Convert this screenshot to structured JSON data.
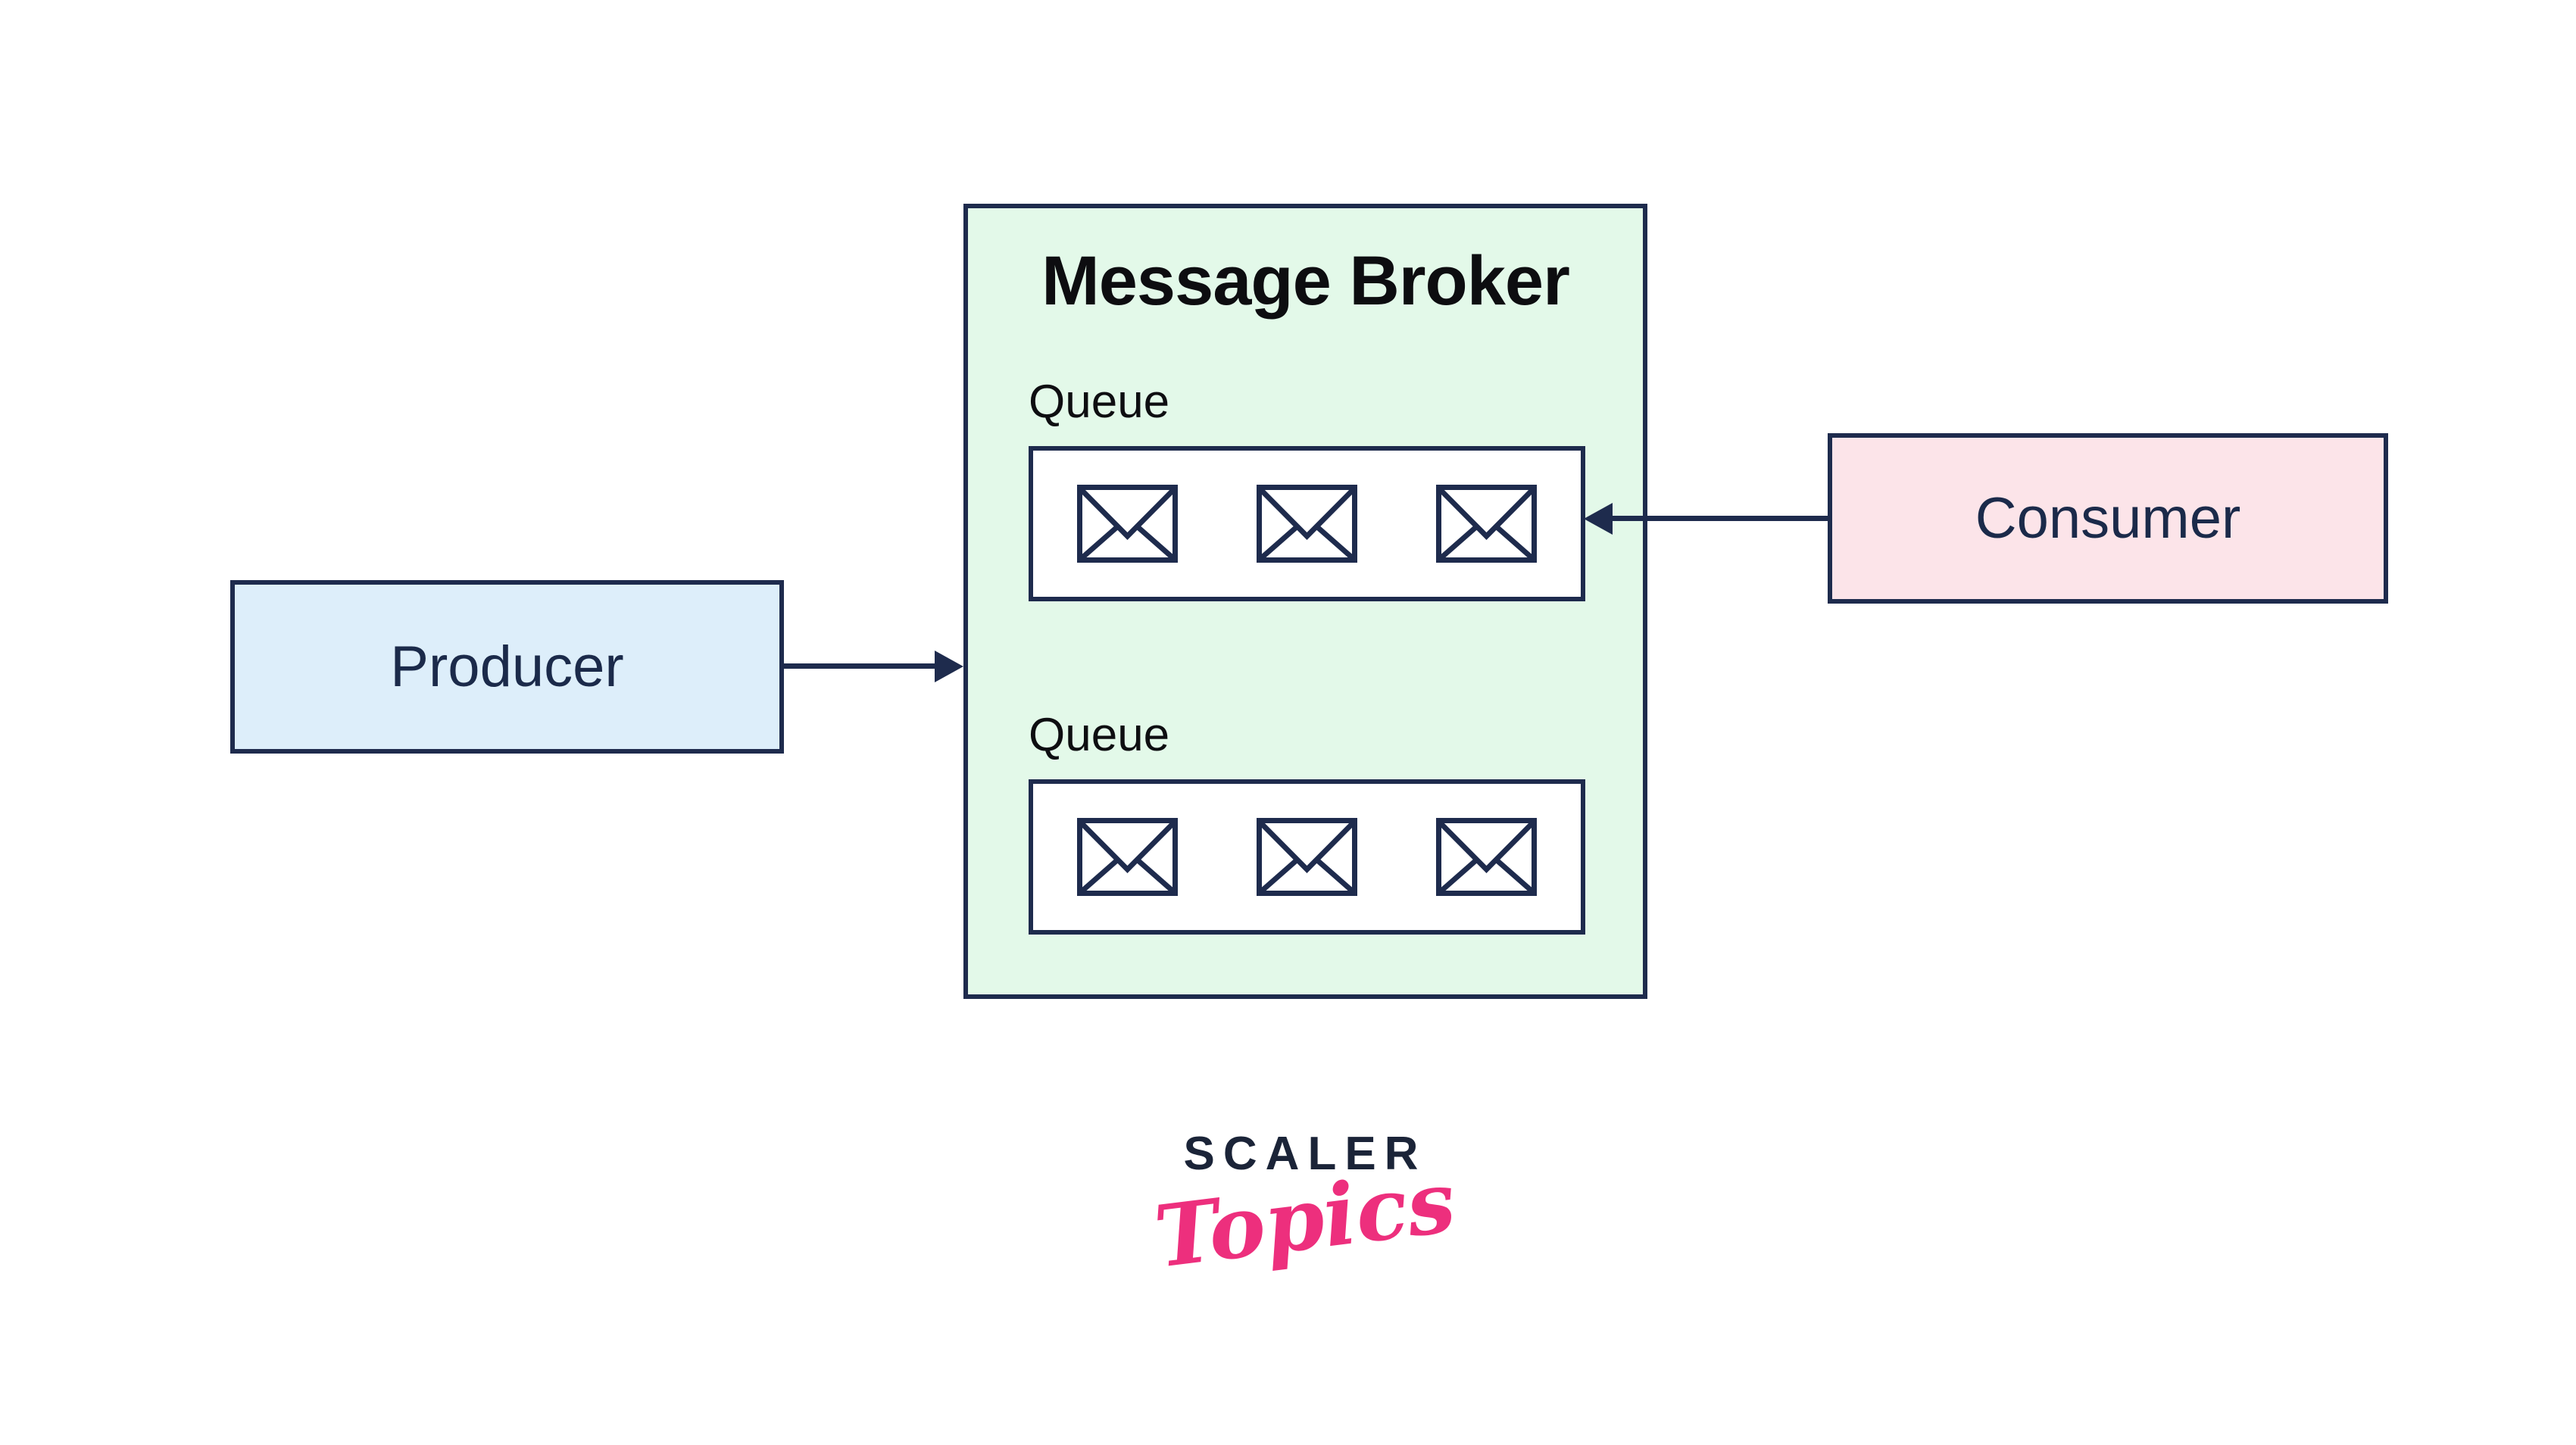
{
  "diagram": {
    "producer": {
      "label": "Producer",
      "fill": "#ddeefa"
    },
    "consumer": {
      "label": "Consumer",
      "fill": "#fce4e9"
    },
    "broker": {
      "title": "Message Broker",
      "fill": "#e3f9e9",
      "queues": [
        {
          "label": "Queue",
          "message_count": 3
        },
        {
          "label": "Queue",
          "message_count": 3
        }
      ]
    },
    "arrows": [
      {
        "name": "producer-to-broker",
        "direction": "right"
      },
      {
        "name": "consumer-to-queue",
        "direction": "left"
      }
    ],
    "line_color": "#1e2b4d"
  },
  "logo": {
    "brand": "SCALER",
    "sub": "Topics",
    "brand_color": "#1b2438",
    "sub_color": "#ed2f7d"
  }
}
